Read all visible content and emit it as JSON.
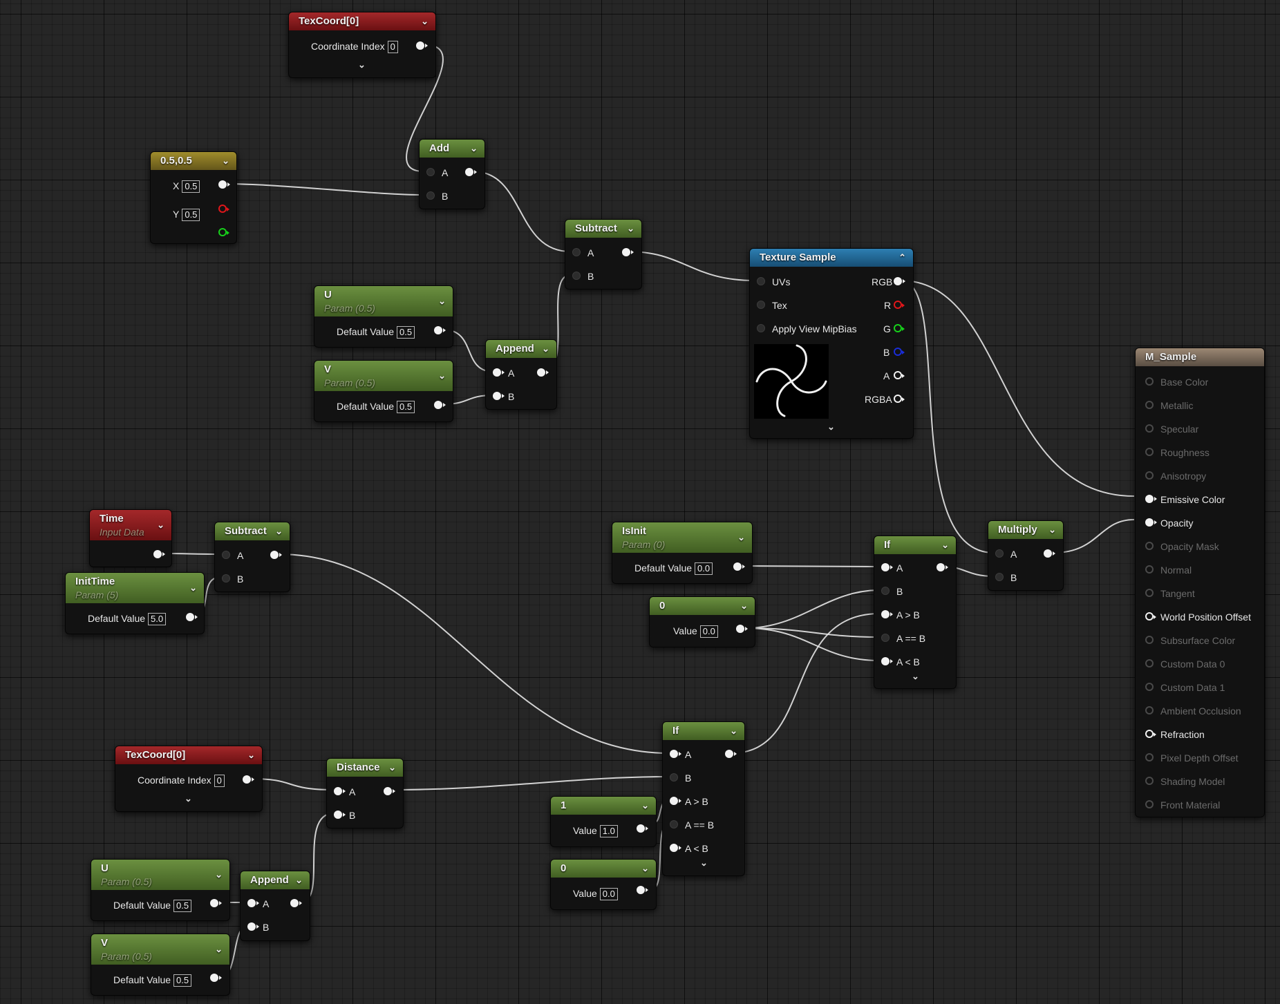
{
  "nodes": {
    "texcoord_top": {
      "title": "TexCoord[0]",
      "label": "Coordinate Index",
      "value": "0"
    },
    "const2": {
      "title": "0.5,0.5",
      "x_label": "X",
      "x_value": "0.5",
      "y_label": "Y",
      "y_value": "0.5"
    },
    "add": {
      "title": "Add",
      "a": "A",
      "b": "B"
    },
    "subtract_top": {
      "title": "Subtract",
      "a": "A",
      "b": "B"
    },
    "u_top": {
      "title": "U",
      "subtitle": "Param (0.5)",
      "label": "Default Value",
      "value": "0.5"
    },
    "v_top": {
      "title": "V",
      "subtitle": "Param (0.5)",
      "label": "Default Value",
      "value": "0.5"
    },
    "append_top": {
      "title": "Append",
      "a": "A",
      "b": "B"
    },
    "texture": {
      "title": "Texture Sample",
      "uvs": "UVs",
      "tex": "Tex",
      "mip": "Apply View MipBias",
      "rgb": "RGB",
      "r": "R",
      "g": "G",
      "b": "B",
      "a": "A",
      "rgba": "RGBA"
    },
    "time": {
      "title": "Time",
      "subtitle": "Input Data"
    },
    "subtract_mid": {
      "title": "Subtract",
      "a": "A",
      "b": "B"
    },
    "inittime": {
      "title": "InitTime",
      "subtitle": "Param (5)",
      "label": "Default Value",
      "value": "5.0"
    },
    "isinit": {
      "title": "IsInit",
      "subtitle": "Param (0)",
      "label": "Default Value",
      "value": "0.0"
    },
    "const_zero_mid": {
      "title": "0",
      "label": "Value",
      "value": "0.0"
    },
    "if_top": {
      "title": "If",
      "a": "A",
      "b": "B",
      "gt": "A > B",
      "eq": "A == B",
      "lt": "A < B"
    },
    "multiply": {
      "title": "Multiply",
      "a": "A",
      "b": "B"
    },
    "texcoord_bottom": {
      "title": "TexCoord[0]",
      "label": "Coordinate Index",
      "value": "0"
    },
    "distance": {
      "title": "Distance",
      "a": "A",
      "b": "B"
    },
    "if_bottom": {
      "title": "If",
      "a": "A",
      "b": "B",
      "gt": "A > B",
      "eq": "A == B",
      "lt": "A < B"
    },
    "const_one": {
      "title": "1",
      "label": "Value",
      "value": "1.0"
    },
    "const_zero_bottom": {
      "title": "0",
      "label": "Value",
      "value": "0.0"
    },
    "u_bottom": {
      "title": "U",
      "subtitle": "Param (0.5)",
      "label": "Default Value",
      "value": "0.5"
    },
    "v_bottom": {
      "title": "V",
      "subtitle": "Param (0.5)",
      "label": "Default Value",
      "value": "0.5"
    },
    "append_bottom": {
      "title": "Append",
      "a": "A",
      "b": "B"
    }
  },
  "material": {
    "title": "M_Sample",
    "inputs": [
      {
        "label": "Base Color",
        "active": false
      },
      {
        "label": "Metallic",
        "active": false
      },
      {
        "label": "Specular",
        "active": false
      },
      {
        "label": "Roughness",
        "active": false
      },
      {
        "label": "Anisotropy",
        "active": false
      },
      {
        "label": "Emissive Color",
        "active": true
      },
      {
        "label": "Opacity",
        "active": true
      },
      {
        "label": "Opacity Mask",
        "active": false
      },
      {
        "label": "Normal",
        "active": false
      },
      {
        "label": "Tangent",
        "active": false
      },
      {
        "label": "World Position Offset",
        "active": true
      },
      {
        "label": "Subsurface Color",
        "active": false
      },
      {
        "label": "Custom Data 0",
        "active": false
      },
      {
        "label": "Custom Data 1",
        "active": false
      },
      {
        "label": "Ambient Occlusion",
        "active": false
      },
      {
        "label": "Refraction",
        "active": true
      },
      {
        "label": "Pixel Depth Offset",
        "active": false
      },
      {
        "label": "Shading Model",
        "active": false
      },
      {
        "label": "Front Material",
        "active": false
      }
    ]
  },
  "icons": {
    "expand": "chevron-down-icon",
    "collapse": "chevron-up-icon"
  },
  "colors": {
    "wire": "#e6e6e6",
    "param_header": "#5a7a32",
    "texcoord_header": "#8c1c1e",
    "texture_header": "#22679a",
    "constant2_header": "#85741f",
    "material_header": "#7d6d5e"
  }
}
